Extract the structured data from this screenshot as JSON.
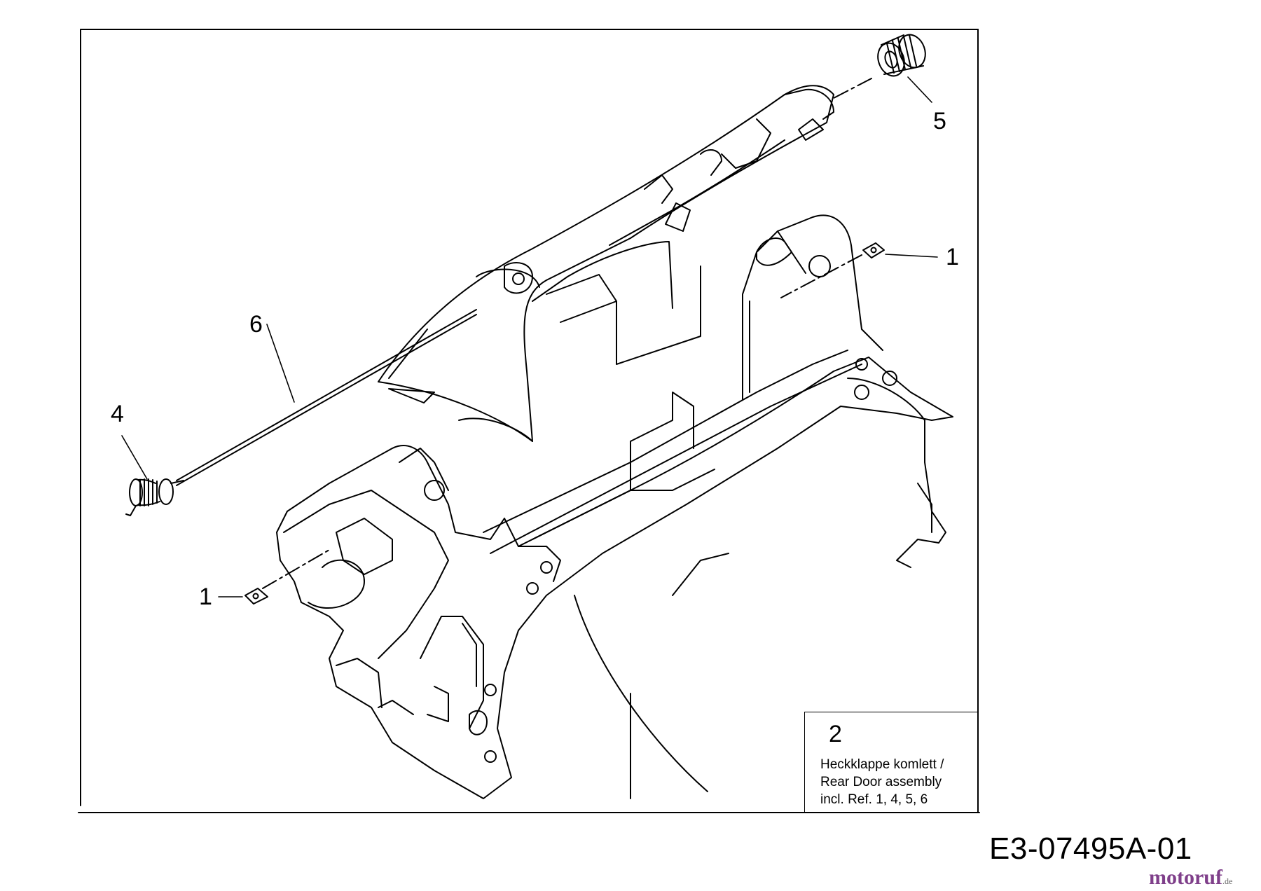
{
  "diagram": {
    "callouts": [
      "1",
      "1",
      "4",
      "5",
      "6"
    ],
    "legend": {
      "number": "2",
      "lines": [
        "Heckklappe komlett /",
        "Rear Door assembly",
        "incl. Ref. 1, 4, 5, 6"
      ]
    },
    "drawing_code": "E3-07495A-01",
    "watermark": {
      "part1": "motoruf",
      "part2": "",
      "domain": ".de"
    }
  }
}
